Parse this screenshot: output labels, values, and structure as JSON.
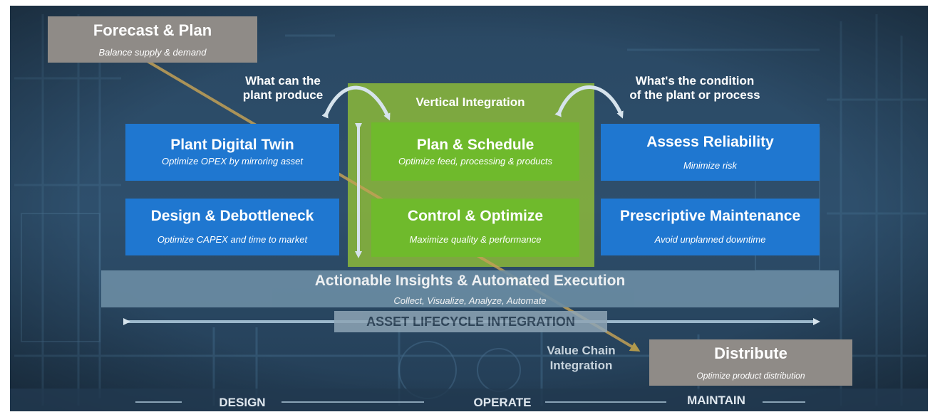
{
  "forecast": {
    "title": "Forecast & Plan",
    "subtitle": "Balance supply & demand"
  },
  "left_question": {
    "line1": "What can the",
    "line2": "plant produce"
  },
  "right_question": {
    "line1": "What's the condition",
    "line2": "of the plant or process"
  },
  "vertical_integration": "Vertical Integration",
  "boxes": {
    "plant_digital_twin": {
      "title": "Plant Digital Twin",
      "subtitle": "Optimize OPEX by mirroring asset"
    },
    "design_debottleneck": {
      "title": "Design & Debottleneck",
      "subtitle": "Optimize CAPEX and time to market"
    },
    "plan_schedule": {
      "title": "Plan & Schedule",
      "subtitle": "Optimize feed, processing & products"
    },
    "control_optimize": {
      "title": "Control & Optimize",
      "subtitle": "Maximize quality & performance"
    },
    "assess_reliability": {
      "title": "Assess Reliability",
      "subtitle": "Minimize risk"
    },
    "prescriptive_maintenance": {
      "title": "Prescriptive Maintenance",
      "subtitle": "Avoid unplanned downtime"
    }
  },
  "insights": {
    "title": "Actionable Insights & Automated Execution",
    "subtitle": "Collect, Visualize, Analyze, Automate"
  },
  "asset_lifecycle": "ASSET LIFECYCLE INTEGRATION",
  "value_chain": {
    "line1": "Value Chain",
    "line2": "Integration"
  },
  "distribute": {
    "title": "Distribute",
    "subtitle": "Optimize product distribution"
  },
  "phases": {
    "design": "DESIGN",
    "operate": "OPERATE",
    "maintain": "MAINTAIN"
  },
  "colors": {
    "blue": "#1f77d0",
    "green": "#6fba2c",
    "gray": "#8f8b87",
    "background": "#2b4a66"
  }
}
